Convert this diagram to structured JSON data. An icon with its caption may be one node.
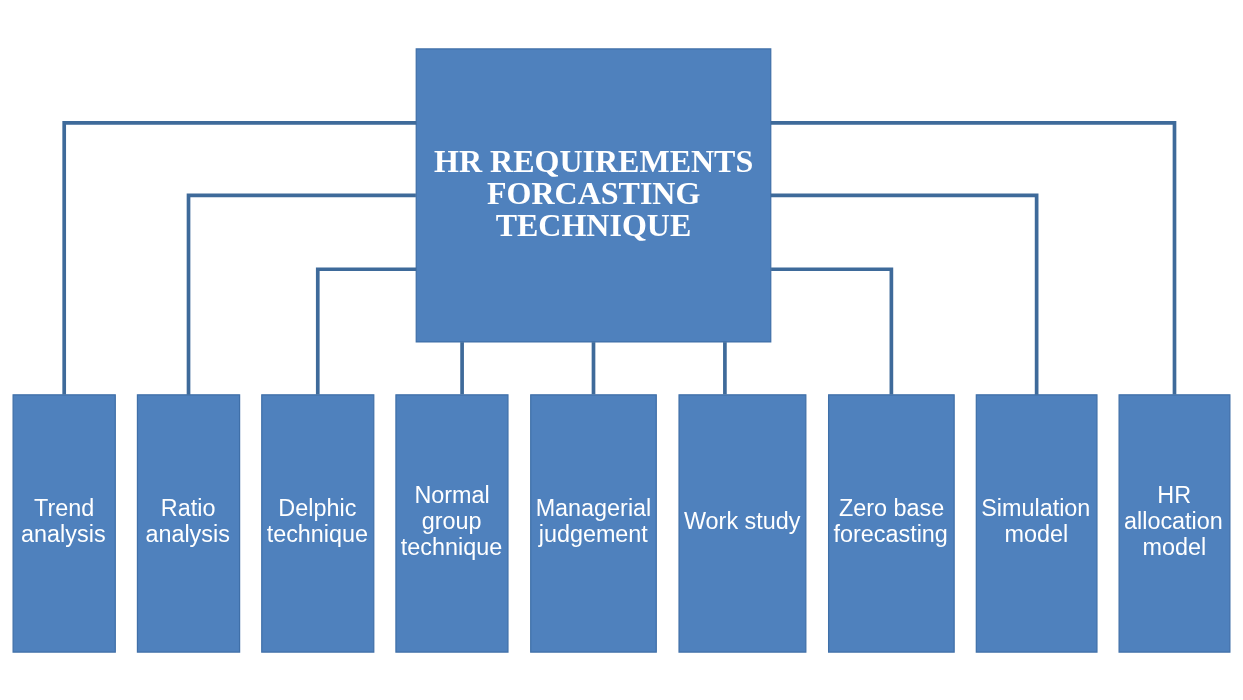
{
  "diagram": {
    "nodes": [
      {
        "text": [
          "HR REQUIREMENTS FORCASTING TECHNIQUE"
        ]
      },
      {
        "text": [
          "Trend analysis"
        ]
      },
      {
        "text": [
          "Ratio analysis"
        ]
      },
      {
        "text": [
          "Delphic technique"
        ]
      },
      {
        "text": [
          "Normal group technique"
        ]
      },
      {
        "text": [
          "Managerial judgement"
        ]
      },
      {
        "text": [
          "Work study"
        ]
      },
      {
        "text": [
          "Zero base forecasting"
        ]
      },
      {
        "text": [
          "Simulation model"
        ]
      },
      {
        "text": [
          "HR allocation model"
        ]
      }
    ],
    "edges": [
      {
        "from": 0,
        "to": 1,
        "arrow": "none"
      },
      {
        "from": 0,
        "to": 2,
        "arrow": "none"
      },
      {
        "from": 0,
        "to": 3,
        "arrow": "none"
      },
      {
        "from": 0,
        "to": 4,
        "arrow": "none"
      },
      {
        "from": 0,
        "to": 5,
        "arrow": "none"
      },
      {
        "from": 0,
        "to": 6,
        "arrow": "none"
      },
      {
        "from": 0,
        "to": 7,
        "arrow": "none"
      },
      {
        "from": 0,
        "to": 8,
        "arrow": "none"
      },
      {
        "from": 0,
        "to": 9,
        "arrow": "none"
      }
    ]
  }
}
